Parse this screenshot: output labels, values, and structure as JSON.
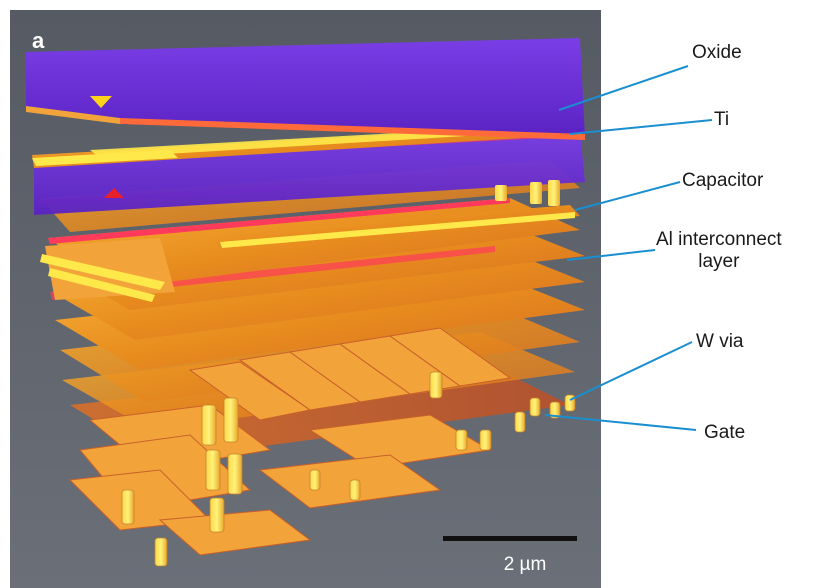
{
  "figure": {
    "panel_letter": "a",
    "scale_bar_label": "2 µm",
    "callouts": [
      {
        "id": "oxide",
        "text": "Oxide"
      },
      {
        "id": "ti",
        "text": "Ti"
      },
      {
        "id": "capacitor",
        "text": "Capacitor"
      },
      {
        "id": "al",
        "text": "Al interconnect\nlayer"
      },
      {
        "id": "wvia",
        "text": "W via"
      },
      {
        "id": "gate",
        "text": "Gate"
      }
    ],
    "colors": {
      "background": "#5c616a",
      "oxide": "#6a2fd8",
      "metal": "#f0a020",
      "highlight": "#ffe94a",
      "edge_red": "#ff2a3a",
      "leader_line": "#1a8fd0",
      "marker_yellow": "#ffd21a",
      "marker_red": "#e8202a"
    }
  }
}
